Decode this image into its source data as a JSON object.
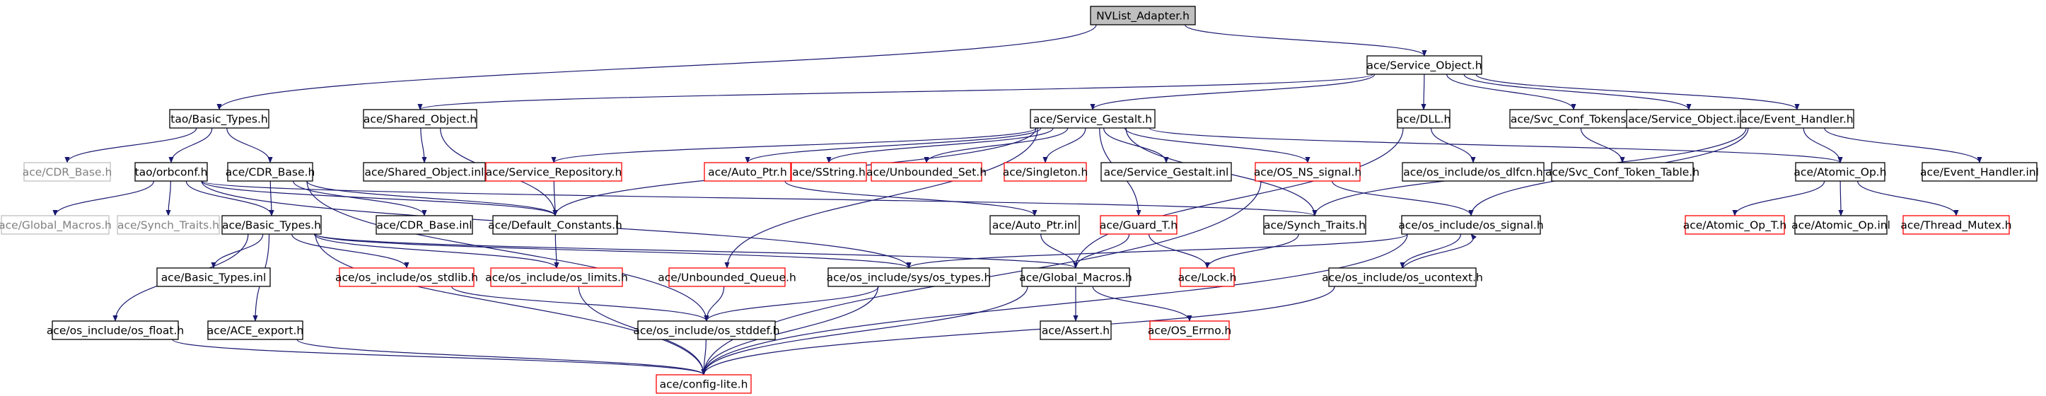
{
  "colors": {
    "edge": "#191970",
    "normal_border": "#000000",
    "missing_border": "#ff0000",
    "nodoc_border": "#bfbfbf",
    "nodoc_text": "#808080",
    "root_fill": "#bfbfbf"
  },
  "nodes": [
    {
      "id": "nvlist",
      "label": "NVList_Adapter.h",
      "kind": "root"
    },
    {
      "id": "svcobj",
      "label": "ace/Service_Object.h",
      "kind": "normal"
    },
    {
      "id": "taobasic",
      "label": "tao/Basic_Types.h",
      "kind": "normal"
    },
    {
      "id": "sharedobj",
      "label": "ace/Shared_Object.h",
      "kind": "normal"
    },
    {
      "id": "svcgestalt",
      "label": "ace/Service_Gestalt.h",
      "kind": "normal"
    },
    {
      "id": "dll",
      "label": "ace/DLL.h",
      "kind": "normal"
    },
    {
      "id": "svcconftok",
      "label": "ace/Svc_Conf_Tokens.h",
      "kind": "normal"
    },
    {
      "id": "svcobjinl",
      "label": "ace/Service_Object.inl",
      "kind": "normal"
    },
    {
      "id": "evhandler",
      "label": "ace/Event_Handler.h",
      "kind": "normal"
    },
    {
      "id": "cdrbase_nodoc",
      "label": "ace/CDR_Base.h",
      "kind": "nodoc"
    },
    {
      "id": "orbconf",
      "label": "tao/orbconf.h",
      "kind": "normal"
    },
    {
      "id": "cdrbase",
      "label": "ace/CDR_Base.h",
      "kind": "normal"
    },
    {
      "id": "sharedobjinl",
      "label": "ace/Shared_Object.inl",
      "kind": "normal"
    },
    {
      "id": "svcrepo",
      "label": "ace/Service_Repository.h",
      "kind": "missing"
    },
    {
      "id": "autoptr",
      "label": "ace/Auto_Ptr.h",
      "kind": "missing"
    },
    {
      "id": "sstring",
      "label": "ace/SString.h",
      "kind": "missing"
    },
    {
      "id": "unbset",
      "label": "ace/Unbounded_Set.h",
      "kind": "missing"
    },
    {
      "id": "singleton",
      "label": "ace/Singleton.h",
      "kind": "missing"
    },
    {
      "id": "svcgestaltinl",
      "label": "ace/Service_Gestalt.inl",
      "kind": "normal"
    },
    {
      "id": "osnssignal",
      "label": "ace/OS_NS_signal.h",
      "kind": "missing"
    },
    {
      "id": "dlfcn",
      "label": "ace/os_include/os_dlfcn.h",
      "kind": "normal"
    },
    {
      "id": "svcconftoktable",
      "label": "ace/Svc_Conf_Token_Table.h",
      "kind": "normal"
    },
    {
      "id": "atomicop",
      "label": "ace/Atomic_Op.h",
      "kind": "normal"
    },
    {
      "id": "evhandlerinl",
      "label": "ace/Event_Handler.inl",
      "kind": "normal"
    },
    {
      "id": "globalmacros_nodoc",
      "label": "ace/Global_Macros.h",
      "kind": "nodoc"
    },
    {
      "id": "synchtraits_nodoc",
      "label": "ace/Synch_Traits.h",
      "kind": "nodoc"
    },
    {
      "id": "basictypes",
      "label": "ace/Basic_Types.h",
      "kind": "normal"
    },
    {
      "id": "cdrbaseinl",
      "label": "ace/CDR_Base.inl",
      "kind": "normal"
    },
    {
      "id": "defconst",
      "label": "ace/Default_Constants.h",
      "kind": "normal"
    },
    {
      "id": "autoptrinl",
      "label": "ace/Auto_Ptr.inl",
      "kind": "normal"
    },
    {
      "id": "guardt",
      "label": "ace/Guard_T.h",
      "kind": "missing"
    },
    {
      "id": "synchtraits",
      "label": "ace/Synch_Traits.h",
      "kind": "normal"
    },
    {
      "id": "ossignal",
      "label": "ace/os_include/os_signal.h",
      "kind": "normal"
    },
    {
      "id": "atomicopt",
      "label": "ace/Atomic_Op_T.h",
      "kind": "missing"
    },
    {
      "id": "atomicopinl",
      "label": "ace/Atomic_Op.inl",
      "kind": "normal"
    },
    {
      "id": "threadmutex",
      "label": "ace/Thread_Mutex.h",
      "kind": "missing"
    },
    {
      "id": "basictypesinl",
      "label": "ace/Basic_Types.inl",
      "kind": "normal"
    },
    {
      "id": "osstdlib",
      "label": "ace/os_include/os_stdlib.h",
      "kind": "missing"
    },
    {
      "id": "oslimits",
      "label": "ace/os_include/os_limits.h",
      "kind": "missing"
    },
    {
      "id": "unbqueue",
      "label": "ace/Unbounded_Queue.h",
      "kind": "missing"
    },
    {
      "id": "systypes",
      "label": "ace/os_include/sys/os_types.h",
      "kind": "normal"
    },
    {
      "id": "globalmacros",
      "label": "ace/Global_Macros.h",
      "kind": "normal"
    },
    {
      "id": "lock",
      "label": "ace/Lock.h",
      "kind": "missing"
    },
    {
      "id": "osucontext",
      "label": "ace/os_include/os_ucontext.h",
      "kind": "normal"
    },
    {
      "id": "aceexport",
      "label": "ace/ACE_export.h",
      "kind": "normal"
    },
    {
      "id": "osfloat",
      "label": "ace/os_include/os_float.h",
      "kind": "normal"
    },
    {
      "id": "osstddef",
      "label": "ace/os_include/os_stddef.h",
      "kind": "normal"
    },
    {
      "id": "assert",
      "label": "ace/Assert.h",
      "kind": "normal"
    },
    {
      "id": "oserrno",
      "label": "ace/OS_Errno.h",
      "kind": "missing"
    },
    {
      "id": "configlite",
      "label": "ace/config-lite.h",
      "kind": "missing"
    }
  ],
  "edges": [
    [
      "nvlist",
      "svcobj"
    ],
    [
      "nvlist",
      "taobasic"
    ],
    [
      "svcobj",
      "sharedobj"
    ],
    [
      "svcobj",
      "svcgestalt"
    ],
    [
      "svcobj",
      "dll"
    ],
    [
      "svcobj",
      "svcconftok"
    ],
    [
      "svcobj",
      "svcobjinl"
    ],
    [
      "svcobj",
      "evhandler"
    ],
    [
      "taobasic",
      "cdrbase_nodoc"
    ],
    [
      "taobasic",
      "orbconf"
    ],
    [
      "taobasic",
      "cdrbase"
    ],
    [
      "sharedobj",
      "sharedobjinl"
    ],
    [
      "sharedobj",
      "defconst"
    ],
    [
      "svcgestalt",
      "svcrepo"
    ],
    [
      "svcgestalt",
      "autoptr"
    ],
    [
      "svcgestalt",
      "sstring"
    ],
    [
      "svcgestalt",
      "unbset"
    ],
    [
      "svcgestalt",
      "singleton"
    ],
    [
      "svcgestalt",
      "svcgestaltinl"
    ],
    [
      "svcgestalt",
      "osnssignal"
    ],
    [
      "svcgestalt",
      "atomicop"
    ],
    [
      "svcgestalt",
      "defconst"
    ],
    [
      "svcgestalt",
      "synchtraits"
    ],
    [
      "svcgestalt",
      "guardt"
    ],
    [
      "svcgestalt",
      "unbqueue"
    ],
    [
      "dll",
      "dlfcn"
    ],
    [
      "dll",
      "globalmacros"
    ],
    [
      "svcconftok",
      "svcconftoktable"
    ],
    [
      "evhandler",
      "atomicop"
    ],
    [
      "evhandler",
      "evhandlerinl"
    ],
    [
      "evhandler",
      "synchtraits"
    ],
    [
      "evhandler",
      "ossignal"
    ],
    [
      "orbconf",
      "globalmacros_nodoc"
    ],
    [
      "orbconf",
      "synchtraits_nodoc"
    ],
    [
      "orbconf",
      "basictypes"
    ],
    [
      "orbconf",
      "defconst"
    ],
    [
      "orbconf",
      "synchtraits"
    ],
    [
      "orbconf",
      "systypes"
    ],
    [
      "cdrbase",
      "basictypes"
    ],
    [
      "cdrbase",
      "cdrbaseinl"
    ],
    [
      "cdrbase",
      "defconst"
    ],
    [
      "cdrbase",
      "osstddef"
    ],
    [
      "svcrepo",
      "defconst"
    ],
    [
      "autoptr",
      "autoptrinl"
    ],
    [
      "osnssignal",
      "ossignal"
    ],
    [
      "osnssignal",
      "configlite"
    ],
    [
      "atomicop",
      "atomicopt"
    ],
    [
      "atomicop",
      "atomicopinl"
    ],
    [
      "atomicop",
      "threadmutex"
    ],
    [
      "basictypes",
      "basictypesinl"
    ],
    [
      "basictypes",
      "osstdlib"
    ],
    [
      "basictypes",
      "oslimits"
    ],
    [
      "basictypes",
      "aceexport"
    ],
    [
      "basictypes",
      "osfloat"
    ],
    [
      "basictypes",
      "configlite"
    ],
    [
      "basictypes",
      "systypes"
    ],
    [
      "basictypes",
      "globalmacros"
    ],
    [
      "defconst",
      "oslimits"
    ],
    [
      "autoptrinl",
      "globalmacros"
    ],
    [
      "guardt",
      "globalmacros"
    ],
    [
      "guardt",
      "lock"
    ],
    [
      "synchtraits",
      "lock"
    ],
    [
      "ossignal",
      "systypes"
    ],
    [
      "ossignal",
      "osucontext"
    ],
    [
      "ossignal",
      "configlite"
    ],
    [
      "osucontext",
      "ossignal"
    ],
    [
      "osucontext",
      "configlite"
    ],
    [
      "osstdlib",
      "osstddef"
    ],
    [
      "oslimits",
      "configlite"
    ],
    [
      "unbqueue",
      "osstddef"
    ],
    [
      "systypes",
      "osstddef"
    ],
    [
      "systypes",
      "configlite"
    ],
    [
      "globalmacros",
      "assert"
    ],
    [
      "globalmacros",
      "oserrno"
    ],
    [
      "globalmacros",
      "configlite"
    ],
    [
      "aceexport",
      "configlite"
    ],
    [
      "osfloat",
      "configlite"
    ],
    [
      "osstddef",
      "configlite"
    ]
  ]
}
